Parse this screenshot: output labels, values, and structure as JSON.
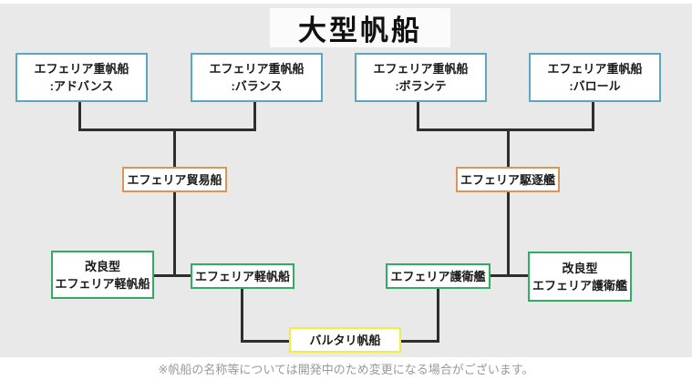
{
  "title": "大型帆船",
  "footer_note": "※帆船の名称等については開発中のため変更になる場合がございます。",
  "colors": {
    "background": "#e9e9e9",
    "border_blue": "#5aa7c2",
    "border_orange": "#de9457",
    "border_green": "#2fae62",
    "border_yellow": "#f1ee3f",
    "line": "#2e2e2e",
    "title_text": "#111111",
    "footer_text": "#999999"
  },
  "nodes": {
    "heavy_advance": {
      "line1": "エフェリア重帆船",
      "line2": ":アドバンス"
    },
    "heavy_balance": {
      "line1": "エフェリア重帆船",
      "line2": ":バランス"
    },
    "heavy_volante": {
      "line1": "エフェリア重帆船",
      "line2": ":ボランテ"
    },
    "heavy_valor": {
      "line1": "エフェリア重帆船",
      "line2": ":バロール"
    },
    "trade": {
      "line1": "エフェリア貿易船"
    },
    "destroyer": {
      "line1": "エフェリア駆逐艦"
    },
    "improved_sailboat": {
      "line1": "改良型",
      "line2": "エフェリア軽帆船"
    },
    "sailboat": {
      "line1": "エフェリア軽帆船"
    },
    "frigate": {
      "line1": "エフェリア護衛艦"
    },
    "improved_frigate": {
      "line1": "改良型",
      "line2": "エフェリア護衛艦"
    },
    "bartali": {
      "line1": "バルタリ帆船"
    }
  },
  "links": [
    {
      "from": "heavy_advance",
      "to": "trade"
    },
    {
      "from": "heavy_balance",
      "to": "trade"
    },
    {
      "from": "heavy_volante",
      "to": "destroyer"
    },
    {
      "from": "heavy_valor",
      "to": "destroyer"
    },
    {
      "from": "trade",
      "to": "improved_sailboat"
    },
    {
      "from": "trade",
      "to": "sailboat"
    },
    {
      "from": "improved_sailboat",
      "to": "sailboat"
    },
    {
      "from": "destroyer",
      "to": "frigate"
    },
    {
      "from": "destroyer",
      "to": "improved_frigate"
    },
    {
      "from": "frigate",
      "to": "improved_frigate"
    },
    {
      "from": "sailboat",
      "to": "bartali"
    },
    {
      "from": "frigate",
      "to": "bartali"
    }
  ]
}
